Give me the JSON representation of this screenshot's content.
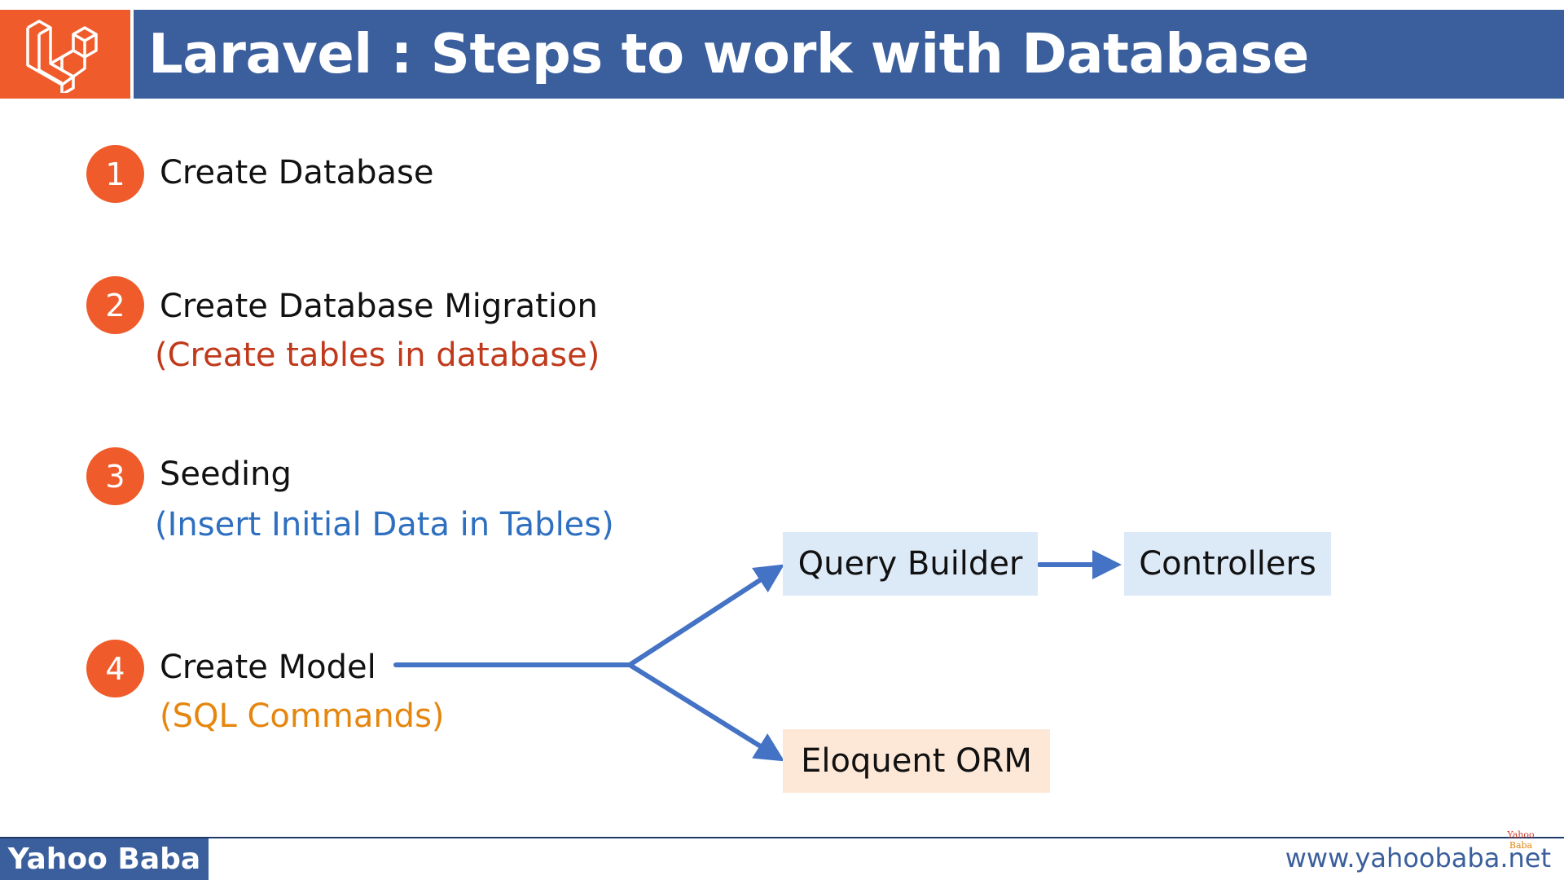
{
  "header": {
    "title": "Laravel : Steps to work with Database",
    "logo_icon": "laravel-logo-icon"
  },
  "steps": [
    {
      "number": "1",
      "label": "Create Database",
      "sub": ""
    },
    {
      "number": "2",
      "label": "Create Database Migration",
      "sub": "(Create tables in database)",
      "sub_color": "#c0391b"
    },
    {
      "number": "3",
      "label": "Seeding",
      "sub": "(Insert Initial Data in Tables)",
      "sub_color": "#2e6fc0"
    },
    {
      "number": "4",
      "label": "Create Model",
      "sub": "(SQL Commands)",
      "sub_color": "#e5860e"
    }
  ],
  "diagram": {
    "query_builder": "Query Builder",
    "controllers": "Controllers",
    "eloquent_orm": "Eloquent ORM"
  },
  "footer": {
    "brand": "Yahoo Baba",
    "url": "www.yahoobaba.net",
    "watermark_line1": "Yahoo",
    "watermark_line2": "Baba"
  },
  "colors": {
    "accent_orange": "#ef5b2a",
    "header_blue": "#3a5f9c",
    "arrow_blue": "#4472c4",
    "box_blue_bg": "#dce9f7",
    "box_peach_bg": "#fde8d8"
  }
}
